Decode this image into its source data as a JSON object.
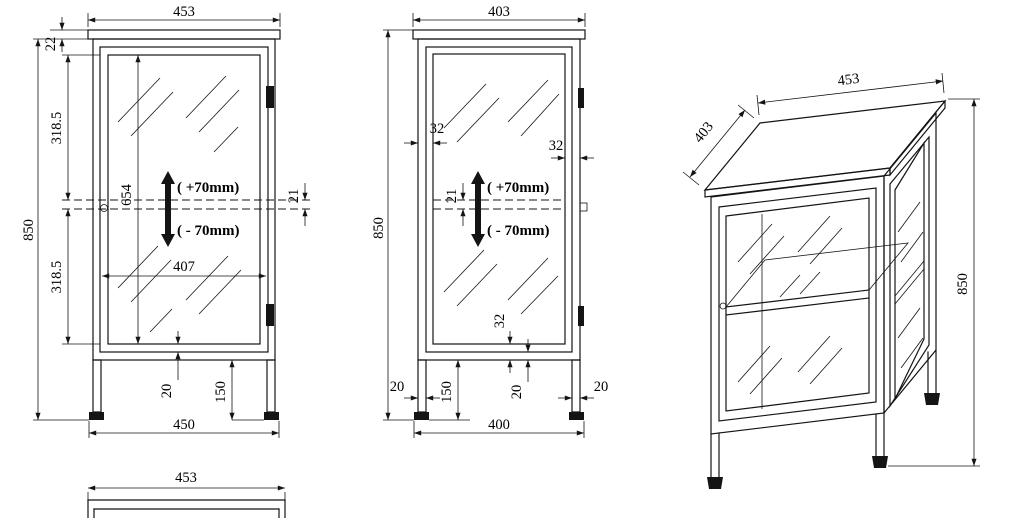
{
  "drawing": {
    "front": {
      "top_width": "453",
      "top_panel_thickness": "22",
      "overall_height": "850",
      "upper_section_height": "318.5",
      "door_height": "654",
      "lower_section_height": "318.5",
      "shelf_travel_up": "( +70mm)",
      "shelf_travel_down": "( - 70mm)",
      "shelf_thickness": "21",
      "inner_width": "407",
      "bottom_frame": "20",
      "leg_height": "150",
      "bottom_width": "450"
    },
    "side": {
      "top_depth": "403",
      "overall_height": "850",
      "front_frame_width": "32",
      "back_frame_width": "32",
      "shelf_thickness": "21",
      "shelf_travel_up": "( +70mm)",
      "shelf_travel_down": "( - 70mm)",
      "bottom_frame_height": "32",
      "front_leg_depth": "20",
      "leg_height": "150",
      "bottom_rail": "20",
      "back_leg_depth": "20",
      "bottom_depth": "400"
    },
    "isometric": {
      "depth": "403",
      "width": "453",
      "height": "850"
    },
    "top_view": {
      "width": "453"
    }
  }
}
